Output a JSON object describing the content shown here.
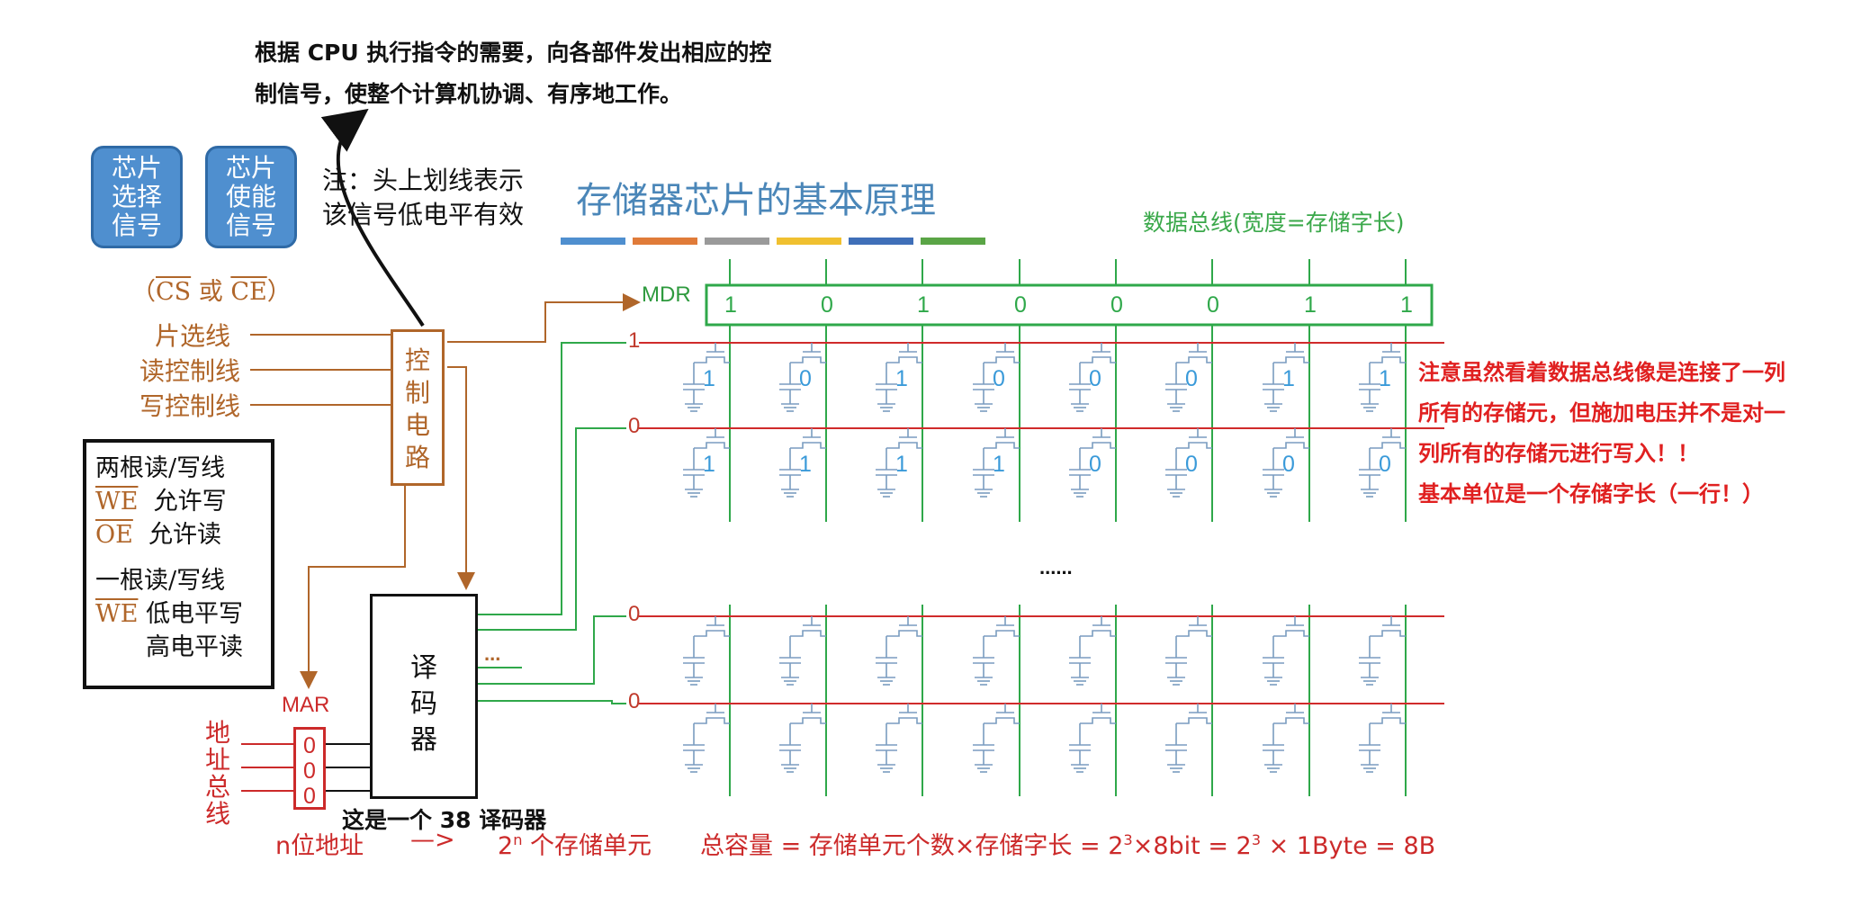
{
  "top_description": [
    "根据 CPU 执行指令的需要，向各部件发出相应的控",
    "制信号，使整个计算机协调、有序地工作。"
  ],
  "note": [
    "注：头上划线表示",
    "该信号低电平有效"
  ],
  "title": "存储器芯片的基本原理",
  "bus_label": "数据总线(宽度=存储字长)",
  "mdr": {
    "label": "MDR",
    "bits": [
      "1",
      "0",
      "1",
      "0",
      "0",
      "0",
      "1",
      "1"
    ]
  },
  "bubbles": {
    "chip_select": [
      "芯片",
      "选择",
      "信号"
    ],
    "chip_enable": [
      "芯片",
      "使能",
      "信号"
    ]
  },
  "cs_label": {
    "open": "（",
    "cs": "CS",
    "or": " 或 ",
    "ce": "CE",
    "close": "）"
  },
  "signals": {
    "chip_select_line": "片选线",
    "read_line": "读控制线",
    "write_line": "写控制线"
  },
  "control_circuit": [
    "控",
    "制",
    "电",
    "路"
  ],
  "legend": {
    "two_lines_title": "两根读/写线",
    "we": "WE",
    "we_desc": "允许写",
    "oe": "OE",
    "oe_desc": "允许读",
    "one_line_title": "一根读/写线",
    "we2": "WE",
    "we2_desc": "低电平写",
    "high_desc": "高电平读"
  },
  "decoder": [
    "译",
    "码",
    "器"
  ],
  "decoder_caption": "这是一个 38 译码器",
  "mar": {
    "label": "MAR",
    "bits": [
      "0",
      "0",
      "0"
    ]
  },
  "address_bus": [
    "地",
    "址",
    "总",
    "线"
  ],
  "row_labels": [
    "1",
    "0",
    "0",
    "0"
  ],
  "cell_values": [
    [
      "1",
      "0",
      "1",
      "0",
      "0",
      "0",
      "1",
      "1"
    ],
    [
      "1",
      "1",
      "1",
      "1",
      "0",
      "0",
      "0",
      "0"
    ]
  ],
  "ellipsis": "......",
  "decoder_ellipsis": "...",
  "bottom": {
    "n_addr": "n位地址",
    "arrow": "—>",
    "cells_base": "2",
    "cells_exp": "n",
    "cells_text": " 个存储单元",
    "capacity_a": "总容量 = 存储单元个数×存储字长 = 2",
    "exp1": "3",
    "capacity_b": "×8bit = 2",
    "exp2": "3",
    "capacity_c": " × 1Byte = 8B"
  },
  "red_note": [
    "注意虽然看着数据总线像是连接了一列",
    "所有的存储元，但施加电压并不是对一",
    "列所有的存储元进行写入！！",
    "基本单位是一个存储字长（一行！）"
  ],
  "colors": {
    "green": "#2fa84a",
    "red": "#d02b2b",
    "brown": "#b0662a",
    "blue": "#4a86b8",
    "cell": "#7a9cc0",
    "title_bars": [
      "#4f8fcf",
      "#e07b39",
      "#9a9a9a",
      "#f0c030",
      "#3f6fb8",
      "#5aa546"
    ]
  }
}
